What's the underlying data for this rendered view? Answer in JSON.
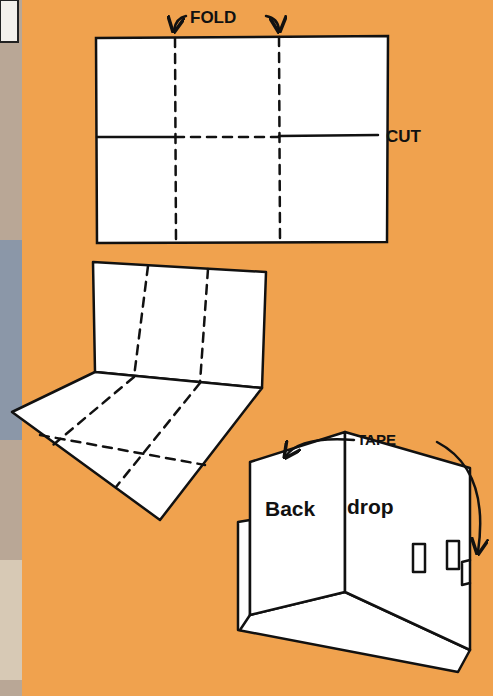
{
  "diagram": {
    "labels": [
      "FOLD",
      "CUT",
      "TAPE",
      "Back",
      "drop"
    ]
  }
}
